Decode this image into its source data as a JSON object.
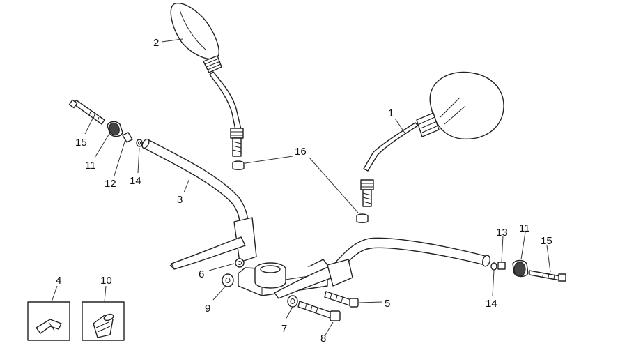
{
  "diagram": {
    "labels": {
      "l1": "1",
      "l2": "2",
      "l3": "3",
      "l4": "4",
      "l5": "5",
      "l6": "6",
      "l7": "7",
      "l8": "8",
      "l9": "9",
      "l10": "10",
      "l11a": "11",
      "l11b": "11",
      "l12": "12",
      "l13": "13",
      "l14a": "14",
      "l14b": "14",
      "l15a": "15",
      "l15b": "15",
      "l16": "16"
    }
  }
}
